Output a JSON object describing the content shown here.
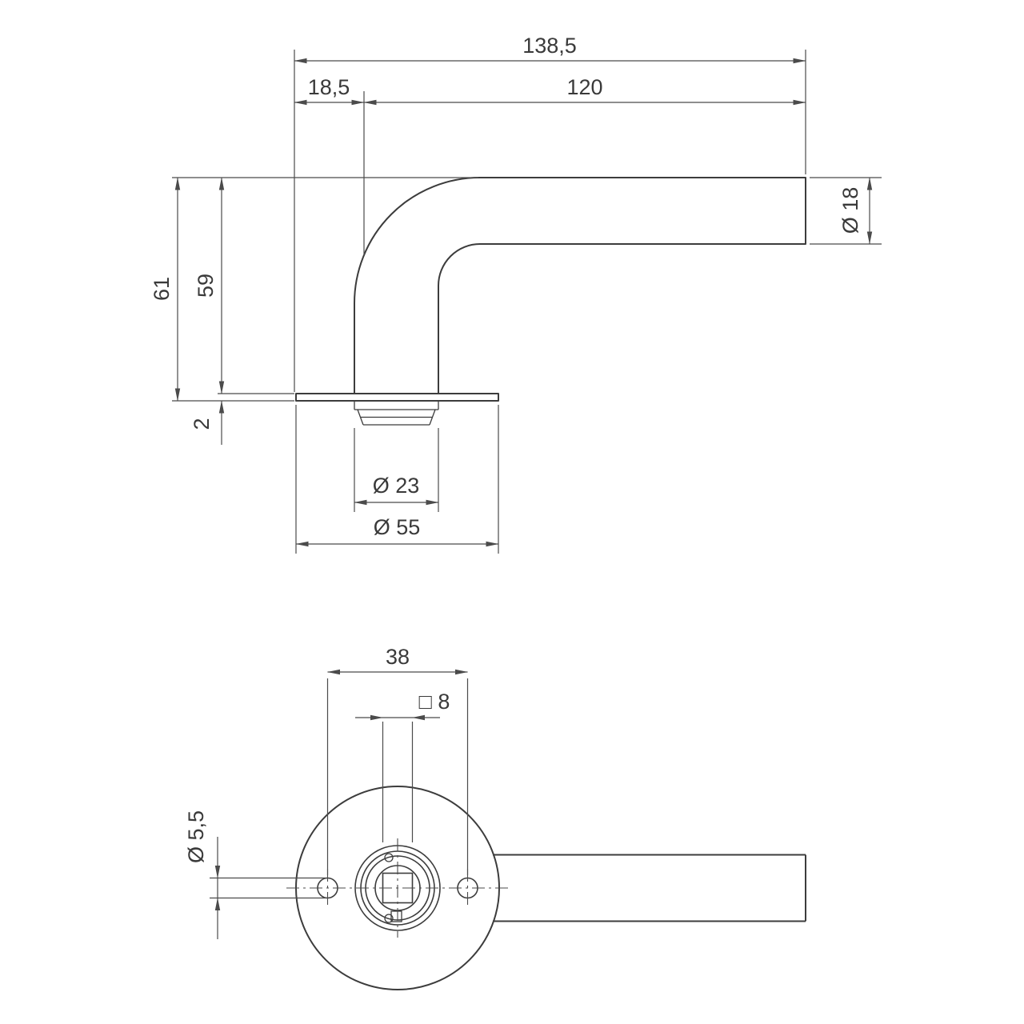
{
  "colors": {
    "background": "#ffffff",
    "outline": "#3c3c3c",
    "dimension_lines": "#4b4b4b",
    "text": "#3a3a3a"
  },
  "side_view": {
    "total_length": "138,5",
    "bend_offset": "18,5",
    "grip_length": "120",
    "total_height": "61",
    "height_above_rosette": "59",
    "rosette_thickness": "2",
    "grip_diameter": "Ø 18",
    "collar_diameter": "Ø 23",
    "rosette_diameter": "Ø 55"
  },
  "front_view": {
    "screw_hole_spacing": "38",
    "spindle_square": "□ 8",
    "screw_hole_diameter": "Ø 5,5"
  }
}
